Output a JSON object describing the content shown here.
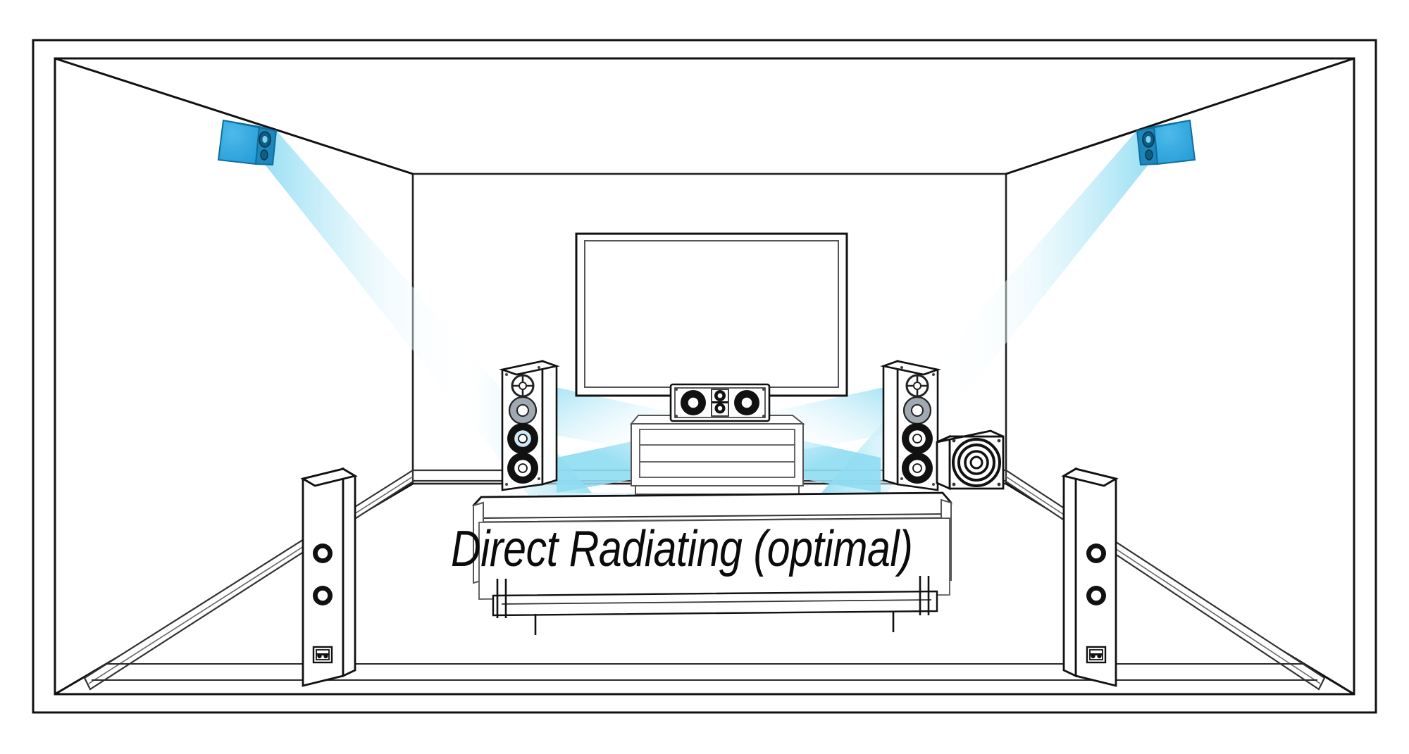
{
  "diagram": {
    "title": "Direct Radiating (optimal)",
    "caption": "Direct Radiating (optimal)",
    "subject": "home-theater-surround-speaker-placement",
    "view": "one-point-perspective-room-interior"
  },
  "colors": {
    "outline": "#111111",
    "line_light": "#555555",
    "background": "#ffffff",
    "speaker_body_blue": "#29a3dd",
    "speaker_body_blue_dark": "#1d86bb",
    "speaker_body_blue_light": "#45b7e8",
    "beam_cyan": "#8fdcf2",
    "beam_cyan_pale": "#c9edf8",
    "driver_black": "#121212",
    "driver_grey": "#8f9aa3"
  },
  "room": {
    "outer_frame_label": "outer border",
    "ceiling_label": "ceiling",
    "back_wall_label": "back wall",
    "left_wall_label": "left wall",
    "right_wall_label": "right wall",
    "floor_label": "floor",
    "baseboard_label": "baseboard trim"
  },
  "speakers": [
    {
      "id": "ceiling-left",
      "label": "Left height / ceiling surround",
      "type": "ceiling-mounted",
      "color": "#29a3dd",
      "position": "ceiling front-left",
      "radiation": "direct",
      "beam": "aimed down-right toward listening position"
    },
    {
      "id": "ceiling-right",
      "label": "Right height / ceiling surround",
      "type": "ceiling-mounted",
      "color": "#29a3dd",
      "position": "ceiling front-right",
      "radiation": "direct",
      "beam": "aimed down-left toward listening position"
    },
    {
      "id": "front-left-tower",
      "label": "Front left tower",
      "type": "floorstanding",
      "drivers": 4,
      "position": "front wall, left of display"
    },
    {
      "id": "front-right-tower",
      "label": "Front right tower",
      "type": "floorstanding",
      "drivers": 4,
      "position": "front wall, right of display"
    },
    {
      "id": "center-channel",
      "label": "Center channel",
      "type": "horizontal-center",
      "drivers": 3,
      "position": "on media cabinet, below display"
    },
    {
      "id": "subwoofer",
      "label": "Subwoofer",
      "type": "cube-sub",
      "drivers": 1,
      "position": "front right corner of room"
    },
    {
      "id": "surround-left",
      "label": "Left surround",
      "type": "on-wall-tower",
      "drivers": 2,
      "position": "left side wall, beside seating"
    },
    {
      "id": "surround-right",
      "label": "Right surround",
      "type": "on-wall-tower",
      "drivers": 2,
      "position": "right side wall, beside seating"
    }
  ],
  "furniture": [
    {
      "id": "television",
      "label": "Flat panel television",
      "position": "front wall, centered"
    },
    {
      "id": "media-cabinet",
      "label": "Media cabinet",
      "shelves": 3,
      "position": "front wall, below television"
    },
    {
      "id": "sofa",
      "label": "Sofa / listening seat",
      "position": "center of room, facing display"
    }
  ],
  "beams": [
    {
      "id": "beam-ceiling-left",
      "source": "ceiling-left",
      "target": "listening position",
      "color": "#8fdcf2"
    },
    {
      "id": "beam-ceiling-right",
      "source": "ceiling-right",
      "target": "listening position",
      "color": "#8fdcf2"
    },
    {
      "id": "beam-front-left",
      "source": "front-left-tower",
      "target": "listening position",
      "color": "#8fdcf2"
    },
    {
      "id": "beam-front-right",
      "source": "front-right-tower",
      "target": "listening position",
      "color": "#8fdcf2"
    },
    {
      "id": "beam-center",
      "source": "center-channel",
      "target": "listening position",
      "color": "#8fdcf2"
    }
  ]
}
